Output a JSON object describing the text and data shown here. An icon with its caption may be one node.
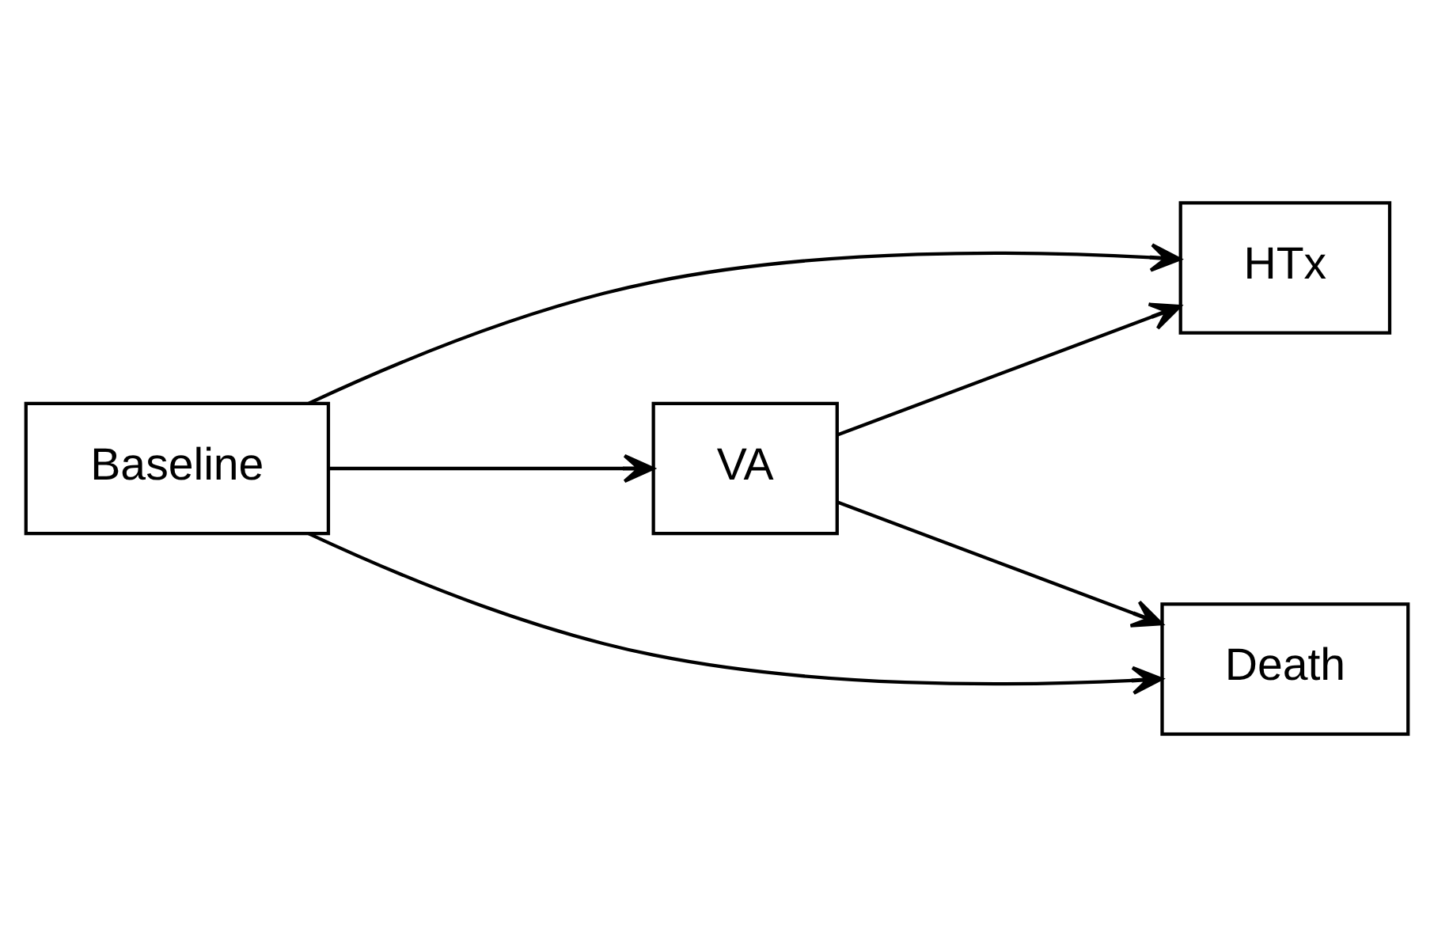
{
  "diagram": {
    "nodes": [
      {
        "text": [
          "Baseline"
        ]
      },
      {
        "text": [
          "VA"
        ]
      },
      {
        "text": [
          "HTx"
        ]
      },
      {
        "text": [
          "Death"
        ]
      }
    ],
    "edges": [
      {
        "from": 0,
        "to": 2,
        "arrow": "to"
      },
      {
        "from": 0,
        "to": 1,
        "arrow": "to"
      },
      {
        "from": 1,
        "to": 2,
        "arrow": "to"
      },
      {
        "from": 1,
        "to": 3,
        "arrow": "to"
      },
      {
        "from": 0,
        "to": 3,
        "arrow": "to"
      }
    ]
  }
}
